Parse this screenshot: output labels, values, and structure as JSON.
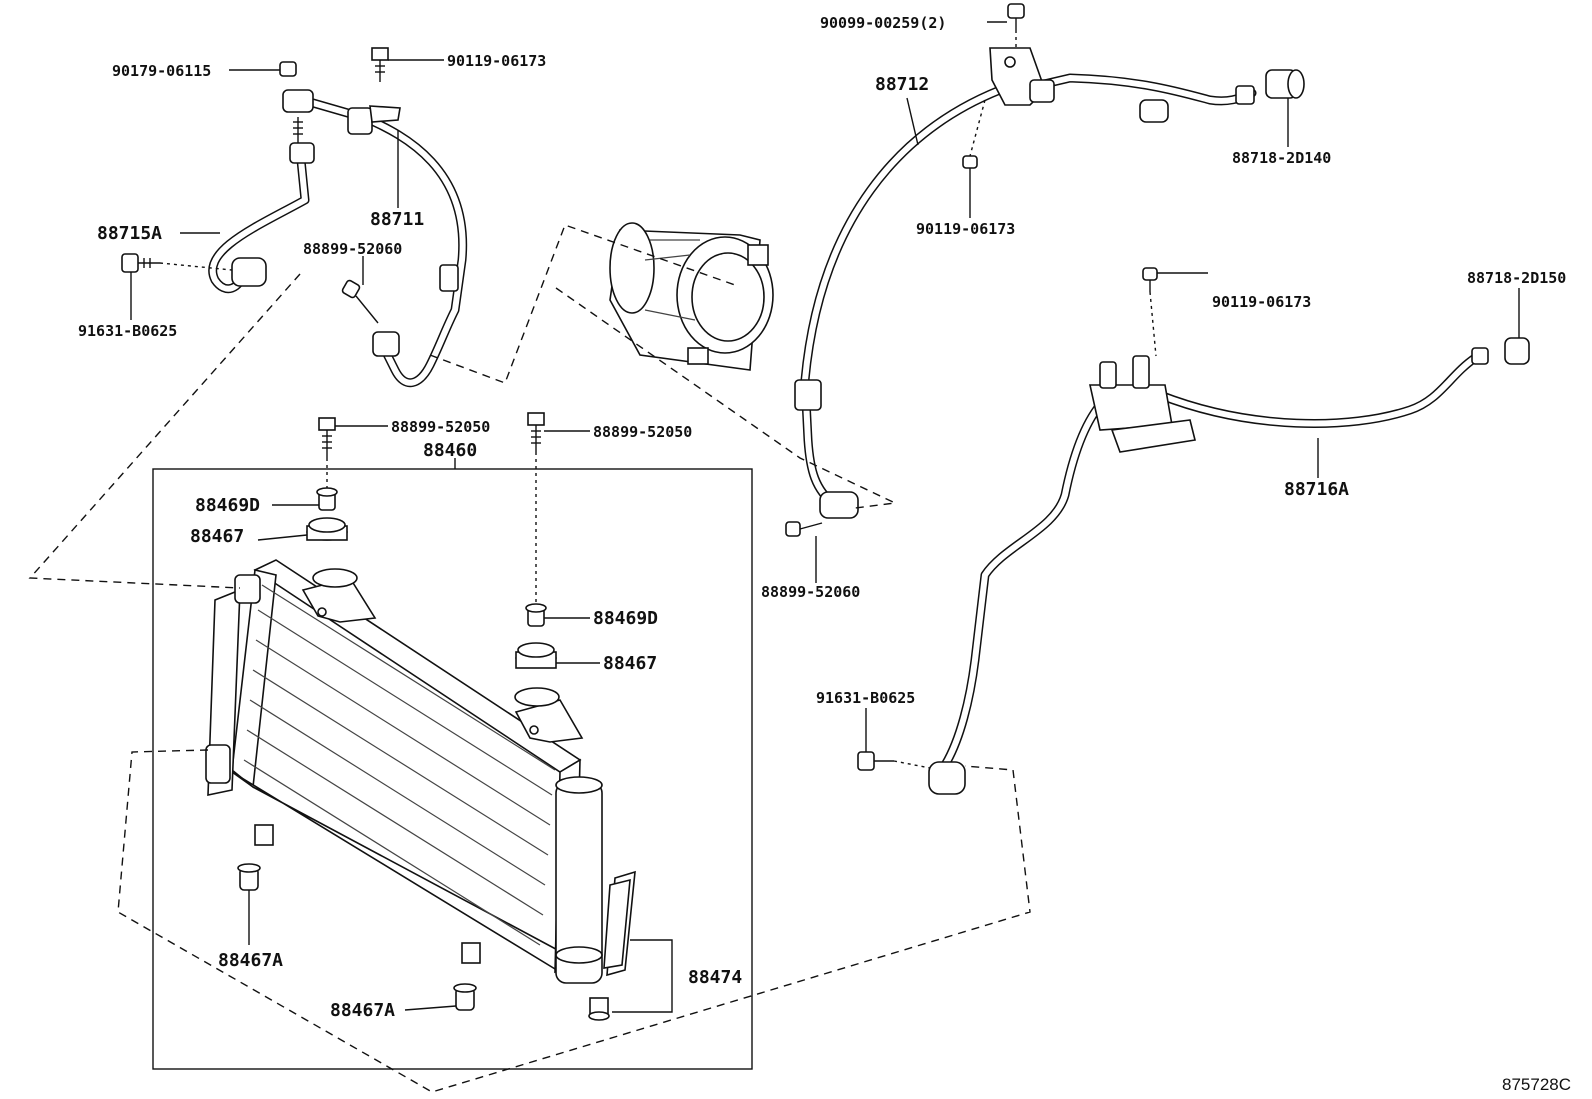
{
  "diagram_id": "875728C",
  "callouts": {
    "p90179_06115": "90179-06115",
    "p90119_06173_a": "90119-06173",
    "p88711": "88711",
    "p88715A": "88715A",
    "p91631_B0625_a": "91631-B0625",
    "p88899_52060_a": "88899-52060",
    "p90099_00259": "90099-00259(2)",
    "p88712": "88712",
    "p88718_2D140": "88718-2D140",
    "p90119_06173_b": "90119-06173",
    "p90119_06173_c": "90119-06173",
    "p88718_2D150": "88718-2D150",
    "p88716A": "88716A",
    "p88899_52050_a": "88899-52050",
    "p88899_52050_b": "88899-52050",
    "p88460": "88460",
    "p88469D_a": "88469D",
    "p88467_a": "88467",
    "p88469D_b": "88469D",
    "p88467_b": "88467",
    "p88899_52060_b": "88899-52060",
    "p91631_B0625_b": "91631-B0625",
    "p88467A_a": "88467A",
    "p88467A_b": "88467A",
    "p88474": "88474"
  }
}
